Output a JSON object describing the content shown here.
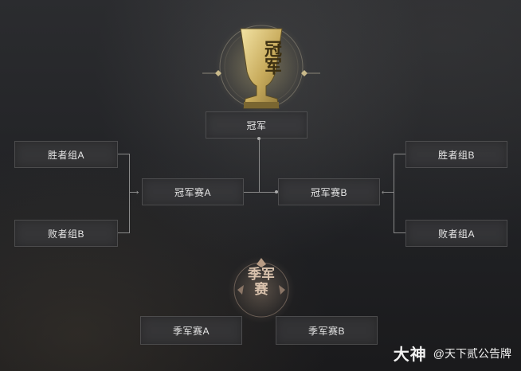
{
  "champion": {
    "trophy_text": "冠军",
    "label": "冠军"
  },
  "winners_bracket": {
    "a": "胜者组A",
    "b": "胜者组B"
  },
  "losers_bracket": {
    "a": "败者组A",
    "b": "败者组B"
  },
  "finals": {
    "a": "冠军赛A",
    "b": "冠军赛B"
  },
  "third_place": {
    "emblem_text": "季军赛",
    "a": "季军赛A",
    "b": "季军赛B"
  },
  "watermark": {
    "logo": "大神",
    "handle": "@天下贰公告牌"
  },
  "icons": [
    "trophy-icon",
    "third-place-emblem",
    "bracket-arrow-icon"
  ],
  "colors": {
    "background": "#232427",
    "box": "#3a3a3c",
    "line": "#8a8a8a",
    "gold": "#d9c27a"
  }
}
